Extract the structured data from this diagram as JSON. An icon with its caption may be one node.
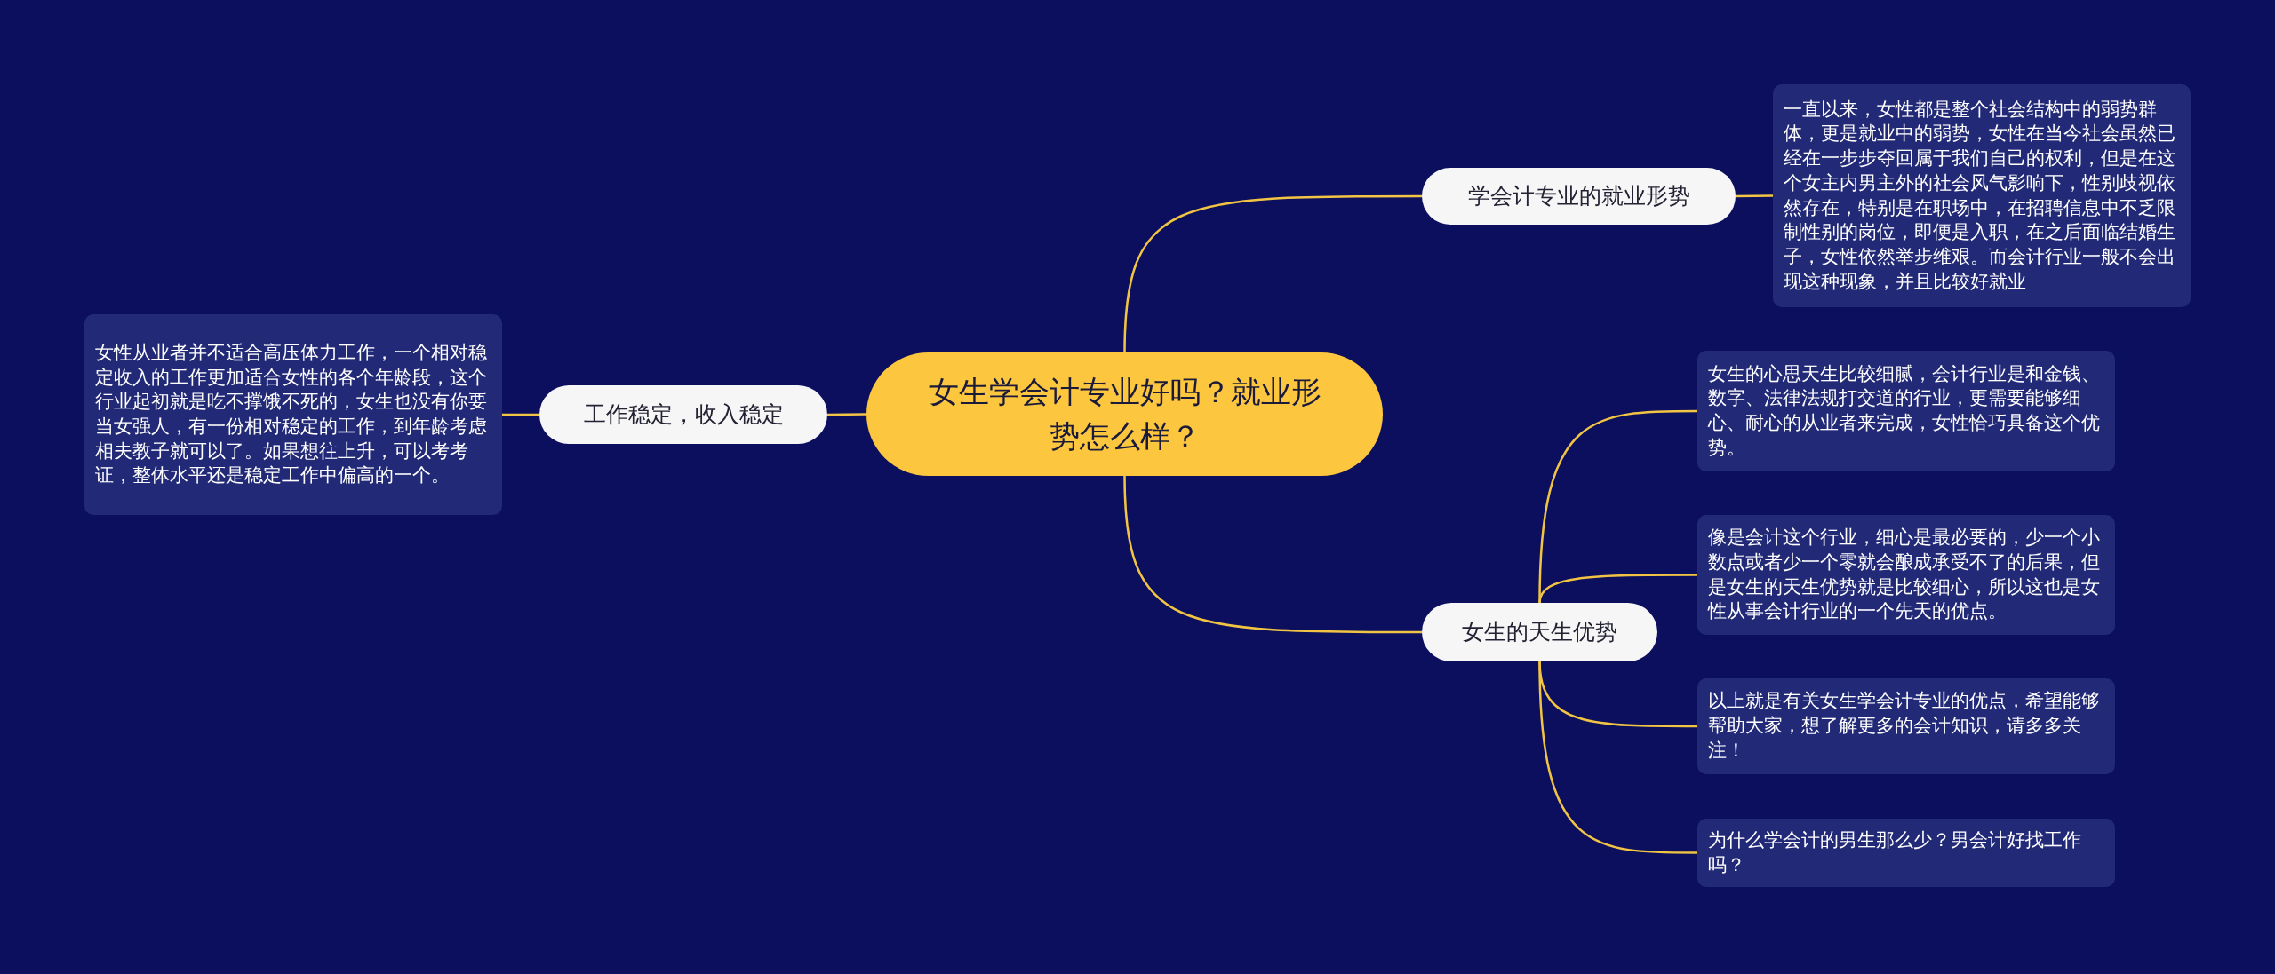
{
  "diagram": {
    "nodes": [
      {
        "text": [
          "女生学会计专业好吗？就业形势怎么样？"
        ]
      },
      {
        "text": [
          "学会计专业的就业形势"
        ]
      },
      {
        "text": [
          "一直以来，女性都是整个社会结构中的弱势群体，更是就业中的弱势，女性在当今社会虽然已经在一步步夺回属于我们自己的权利，但是在这个女主内男主外的社会风气影响下，性别歧视依然存在，特别是在职场中，在招聘信息中不乏限制性别的岗位，即便是入职，在之后面临结婚生子，女性依然举步维艰。而会计行业一般不会出现这种现象，并且比较好就业"
        ]
      },
      {
        "text": [
          "女生的天生优势"
        ]
      },
      {
        "text": [
          "女生的心思天生比较细腻，会计行业是和金钱、数字、法律法规打交道的行业，更需要能够细心、耐心的从业者来完成，女性恰巧具备这个优势。"
        ]
      },
      {
        "text": [
          "像是会计这个行业，细心是最必要的，少一个小数点或者少一个零就会酿成承受不了的后果，但是女生的天生优势就是比较细心，所以这也是女性从事会计行业的一个先天的优点。"
        ]
      },
      {
        "text": [
          "以上就是有关女生学会计专业的优点，希望能够帮助大家，想了解更多的会计知识，请多多关注！"
        ]
      },
      {
        "text": [
          "为什么学会计的男生那么少？男会计好找工作吗？"
        ]
      },
      {
        "text": [
          "工作稳定，收入稳定"
        ]
      },
      {
        "text": [
          "女性从业者并不适合高压体力工作，一个相对稳定收入的工作更加适合女性的各个年龄段，这个行业起初就是吃不撑饿不死的，女生也没有你要当女强人，有一份相对稳定的工作，到年龄考虑相夫教子就可以了。如果想往上升，可以考考证，整体水平还是稳定工作中偏高的一个。"
        ]
      }
    ],
    "edges": [
      {
        "from": 0,
        "to": 1,
        "arrow": "none"
      },
      {
        "from": 1,
        "to": 2,
        "arrow": "none"
      },
      {
        "from": 0,
        "to": 3,
        "arrow": "none"
      },
      {
        "from": 3,
        "to": 4,
        "arrow": "none"
      },
      {
        "from": 3,
        "to": 5,
        "arrow": "none"
      },
      {
        "from": 3,
        "to": 6,
        "arrow": "none"
      },
      {
        "from": 3,
        "to": 7,
        "arrow": "none"
      },
      {
        "from": 0,
        "to": 8,
        "arrow": "none"
      },
      {
        "from": 8,
        "to": 9,
        "arrow": "none"
      }
    ]
  }
}
